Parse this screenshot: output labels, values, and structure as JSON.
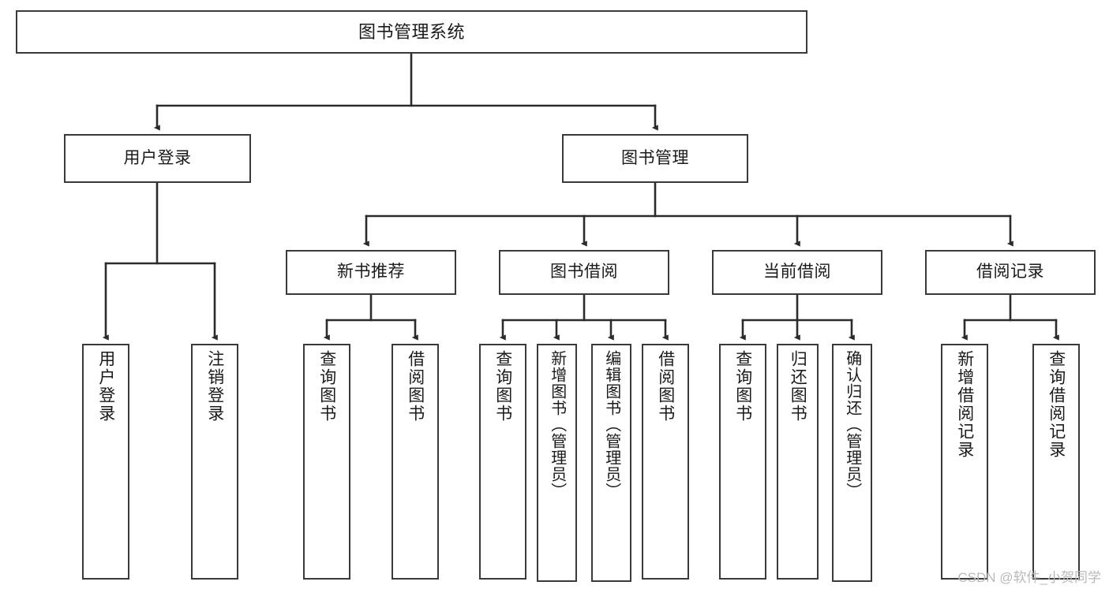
{
  "diagram": {
    "title": "图书管理系统",
    "type": "tree-hierarchy-chart",
    "theme": {
      "background": "#ffffff",
      "box_border": "#3a3a3a",
      "box_fill": "#ffffff",
      "text": "#1a1a1a",
      "connector": "#2b2b2b",
      "watermark": "#b9b9b9"
    },
    "root": {
      "label": "图书管理系统"
    },
    "level2": [
      {
        "label": "用户登录"
      },
      {
        "label": "图书管理"
      }
    ],
    "level3": [
      {
        "label": "新书推荐"
      },
      {
        "label": "图书借阅"
      },
      {
        "label": "当前借阅"
      },
      {
        "label": "借阅记录"
      }
    ],
    "leaves": {
      "user_login": [
        {
          "label": "用户登录"
        },
        {
          "label": "注销登录"
        }
      ],
      "new_book_recommend": [
        {
          "label": "查询图书"
        },
        {
          "label": "借阅图书"
        }
      ],
      "book_borrow": [
        {
          "label": "查询图书"
        },
        {
          "label": "新增图书（管理员）"
        },
        {
          "label": "编辑图书（管理员）"
        },
        {
          "label": "借阅图书"
        }
      ],
      "current_borrow": [
        {
          "label": "查询图书"
        },
        {
          "label": "归还图书"
        },
        {
          "label": "确认归还（管理员）"
        }
      ],
      "borrow_record": [
        {
          "label": "新增借阅记录"
        },
        {
          "label": "查询借阅记录"
        }
      ]
    },
    "watermark": "CSDN @软件_小贺同学"
  }
}
